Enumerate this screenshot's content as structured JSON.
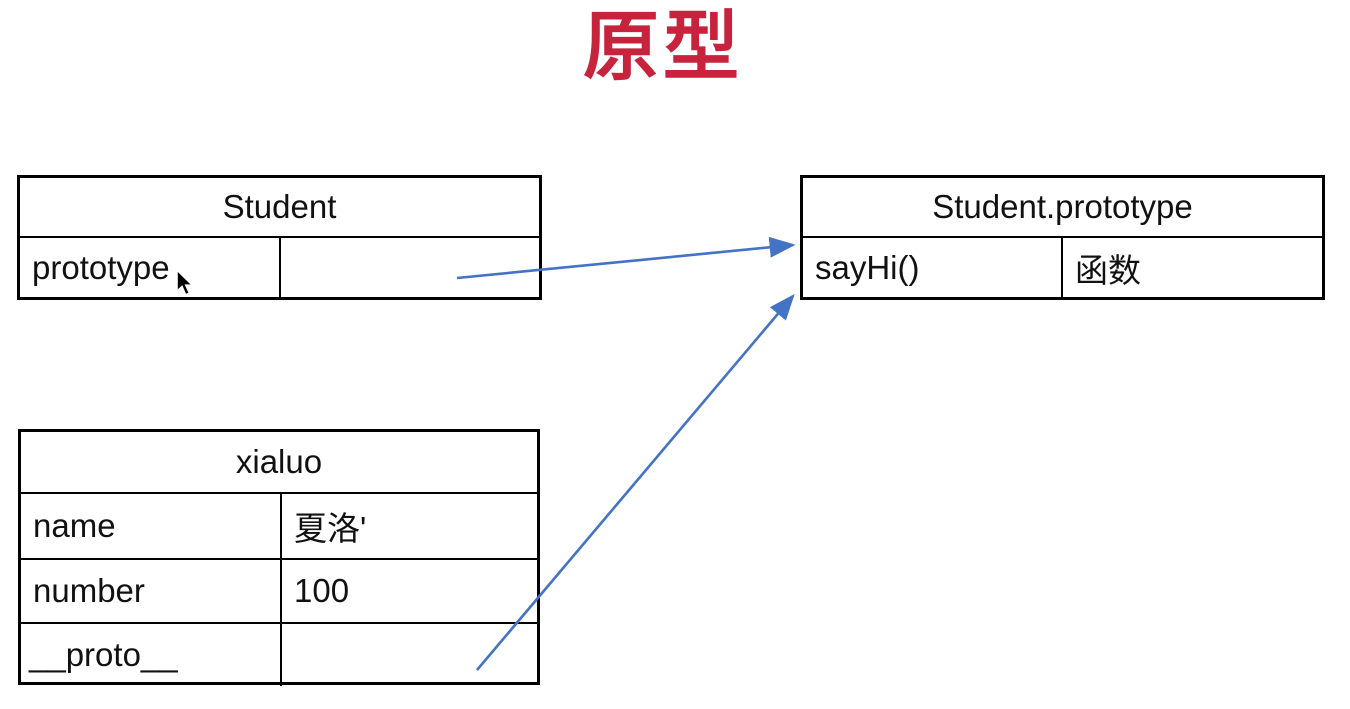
{
  "title": {
    "text": "原型"
  },
  "colors": {
    "title": "#C8233C",
    "arrow": "#4472C4",
    "border": "#000000"
  },
  "tables": {
    "student": {
      "header": "Student",
      "rows": [
        {
          "key": "prototype",
          "value": ""
        }
      ]
    },
    "student_prototype": {
      "header": "Student.prototype",
      "rows": [
        {
          "key": "sayHi()",
          "value": "函数"
        }
      ]
    },
    "xialuo": {
      "header": "xialuo",
      "rows": [
        {
          "key": "name",
          "value": "夏洛'"
        },
        {
          "key": "number",
          "value": "100"
        },
        {
          "key": "__proto__",
          "value": ""
        }
      ]
    }
  },
  "icons": {
    "cursor": "arrow-pointer-icon"
  },
  "arrows": [
    {
      "name": "student-prototype-to-prototype-object",
      "from": "Student.prototype cell",
      "to": "Student.prototype table"
    },
    {
      "name": "xialuo-proto-to-prototype-object",
      "from": "xialuo.__proto__ cell",
      "to": "Student.prototype table"
    }
  ]
}
